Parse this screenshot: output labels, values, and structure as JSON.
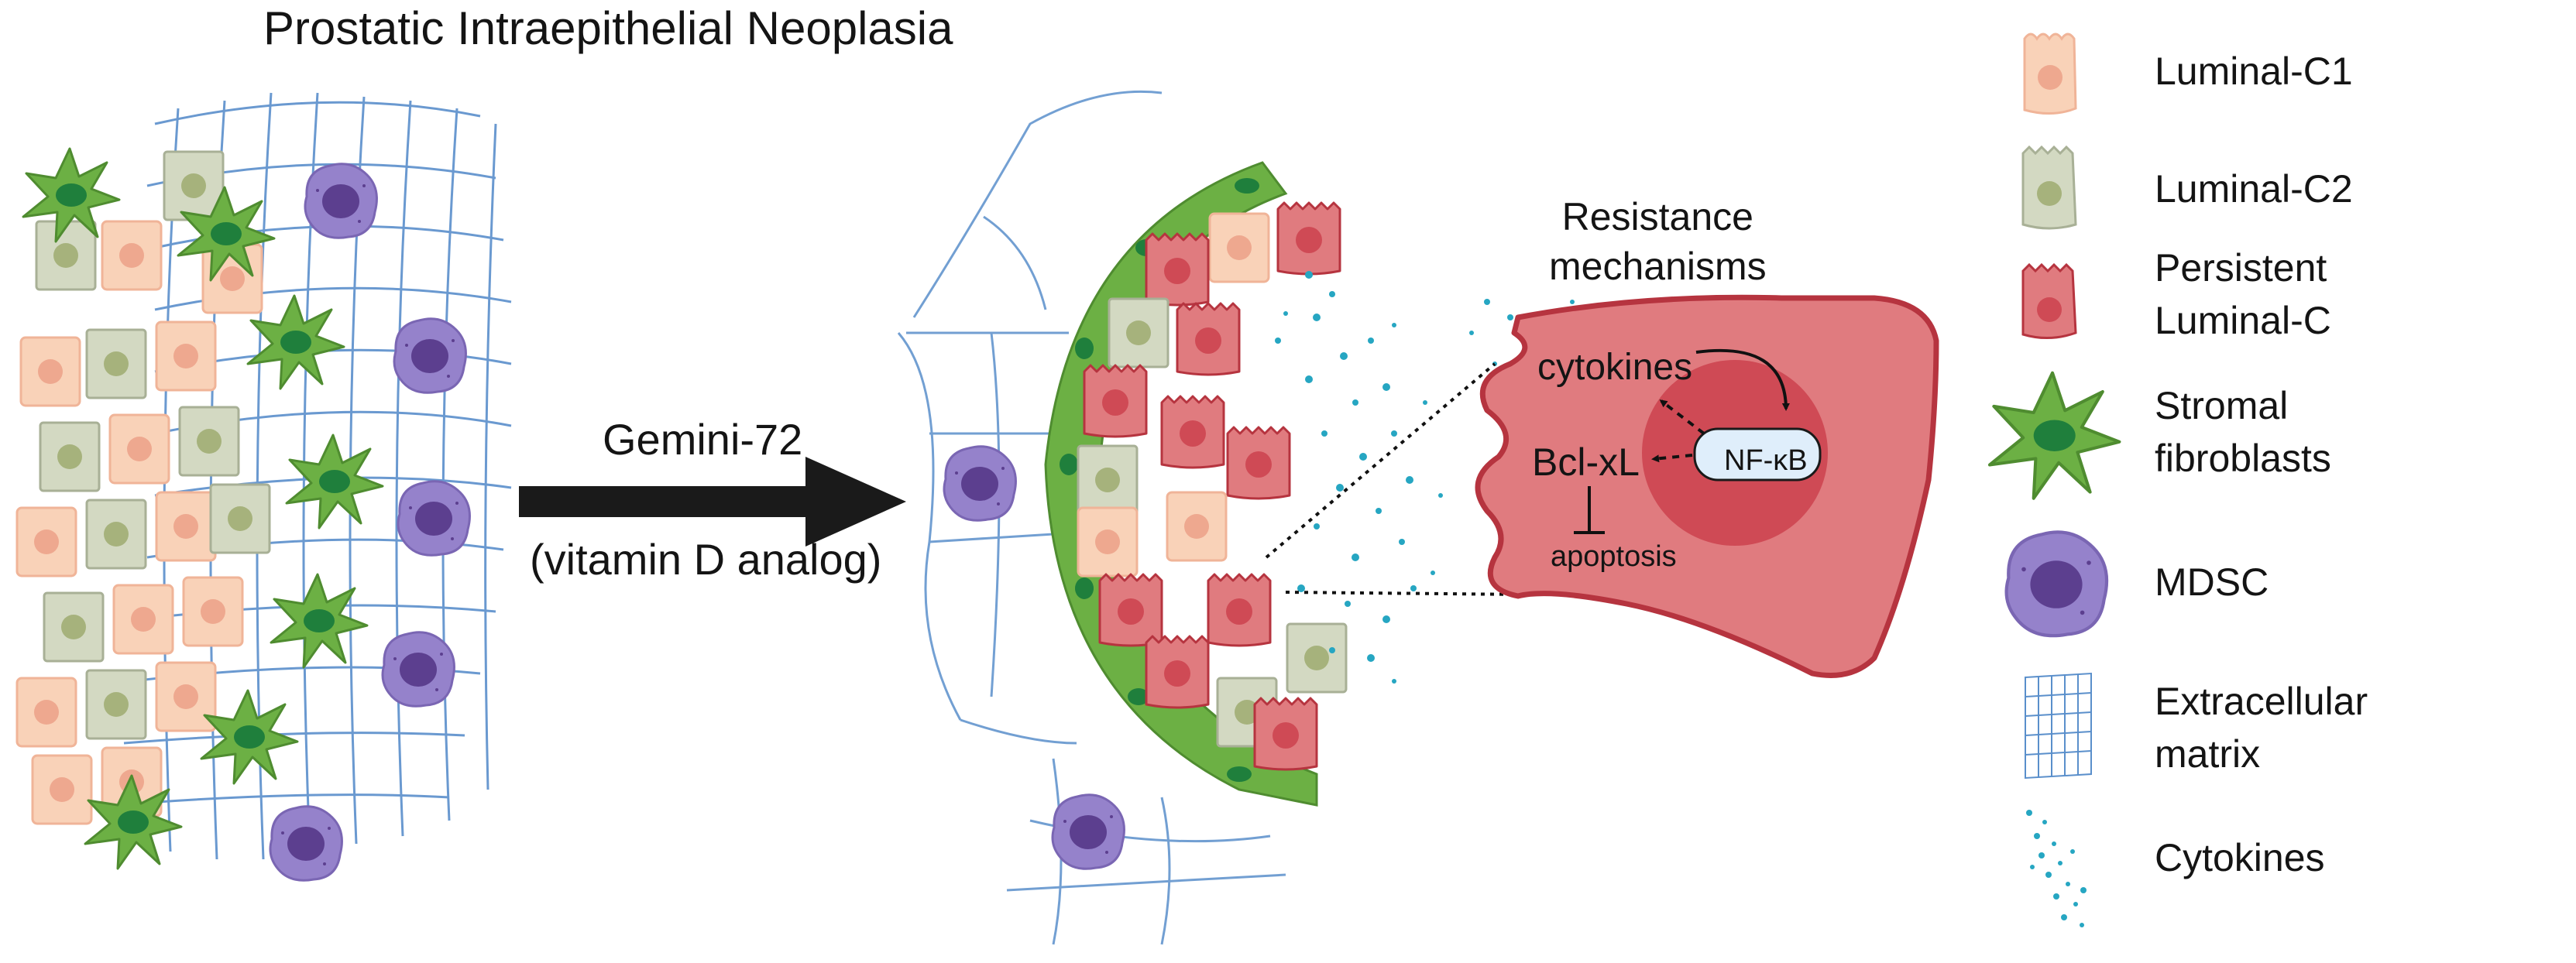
{
  "title": "Prostatic Intraepithelial Neoplasia",
  "treatment": {
    "drug": "Gemini-72",
    "drug_class": "(vitamin D analog)"
  },
  "mechanism": {
    "heading_line1": "Resistance",
    "heading_line2": "mechanisms",
    "cytokines": "cytokines",
    "bclxl": "Bcl-xL",
    "nfkb": "NF-κB",
    "apoptosis": "apoptosis"
  },
  "legend": {
    "luminal_c1": "Luminal-C1",
    "luminal_c2": "Luminal-C2",
    "persistent_line1": "Persistent",
    "persistent_line2": "Luminal-C",
    "stromal_line1": "Stromal",
    "stromal_line2": "fibroblasts",
    "mdsc": "MDSC",
    "ecm_line1": "Extracellular",
    "ecm_line2": "matrix",
    "cytokines": "Cytokines"
  },
  "colors": {
    "luminal_c1": "#f9d2b8",
    "luminal_c1_nucleus": "#eea88f",
    "luminal_c2": "#d3d9c2",
    "luminal_c2_nucleus": "#a6b27c",
    "persistent": "#e07b7f",
    "persistent_nucleus": "#cf4a55",
    "persistent_border": "#b6343f",
    "fibroblast": "#6cb044",
    "fibroblast_nucleus": "#1f7f3c",
    "mdsc": "#9582cb",
    "mdsc_nucleus": "#5c3f8f",
    "ecm": "#5a8fcb",
    "cytokine": "#26a6c2",
    "nfkb_fill": "#dfeefb"
  }
}
